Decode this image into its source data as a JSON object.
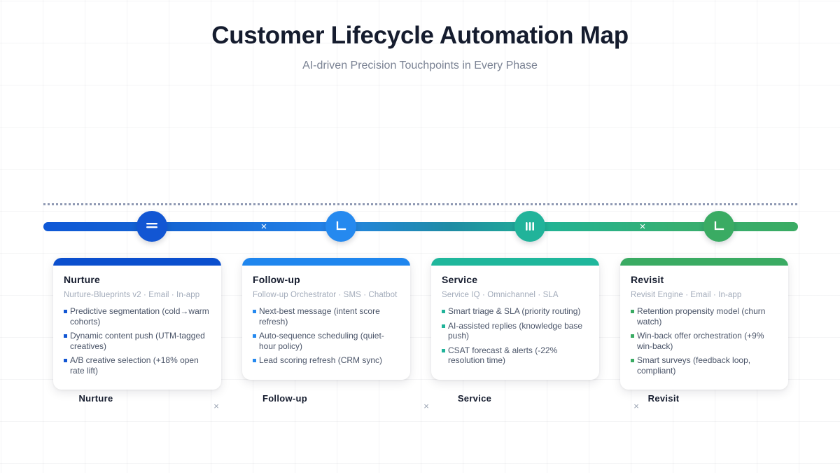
{
  "header": {
    "title": "Customer Lifecycle Automation Map",
    "subtitle": "AI-driven Precision Touchpoints in Every Phase"
  },
  "timeline": {
    "separator_symbol": "×",
    "nodes": [
      {
        "icon": "menu-lines-icon",
        "color": "#1256d3"
      },
      {
        "icon": "corner-bracket-icon",
        "color": "#2589ef"
      },
      {
        "icon": "vertical-bars-icon",
        "color": "#21b39a"
      },
      {
        "icon": "corner-bracket-icon",
        "color": "#3aab63"
      }
    ],
    "track_gradient": [
      "#0f58d6",
      "#2483e8",
      "#21b39a",
      "#3aab63"
    ]
  },
  "phases": [
    {
      "title": "Nurture",
      "meta": "Nurture-Blueprints v2 · Email · In-app",
      "accent": "#0b4fce",
      "bullet_color": "#1256d3",
      "bullets": [
        "Predictive segmentation (cold→warm cohorts)",
        "Dynamic content push (UTM-tagged creatives)",
        "A/B creative selection (+18% open rate lift)"
      ],
      "label": "Nurture"
    },
    {
      "title": "Follow-up",
      "meta": "Follow-up Orchestrator · SMS · Chatbot",
      "accent": "#1f86ee",
      "bullet_color": "#2589ef",
      "bullets": [
        "Next-best message (intent score refresh)",
        "Auto-sequence scheduling (quiet-hour policy)",
        "Lead scoring refresh (CRM sync)"
      ],
      "label": "Follow-up"
    },
    {
      "title": "Service",
      "meta": "Service IQ · Omnichannel · SLA",
      "accent": "#1fb79c",
      "bullet_color": "#21b39a",
      "bullets": [
        "Smart triage & SLA (priority routing)",
        "AI-assisted replies (knowledge base push)",
        "CSAT forecast & alerts (-22% resolution time)"
      ],
      "label": "Service"
    },
    {
      "title": "Revisit",
      "meta": "Revisit Engine · Email · In-app",
      "accent": "#3aab63",
      "bullet_color": "#3aab63",
      "bullets": [
        "Retention propensity model (churn watch)",
        "Win-back offer orchestration (+9% win-back)",
        "Smart surveys (feedback loop, compliant)"
      ],
      "label": "Revisit"
    }
  ]
}
